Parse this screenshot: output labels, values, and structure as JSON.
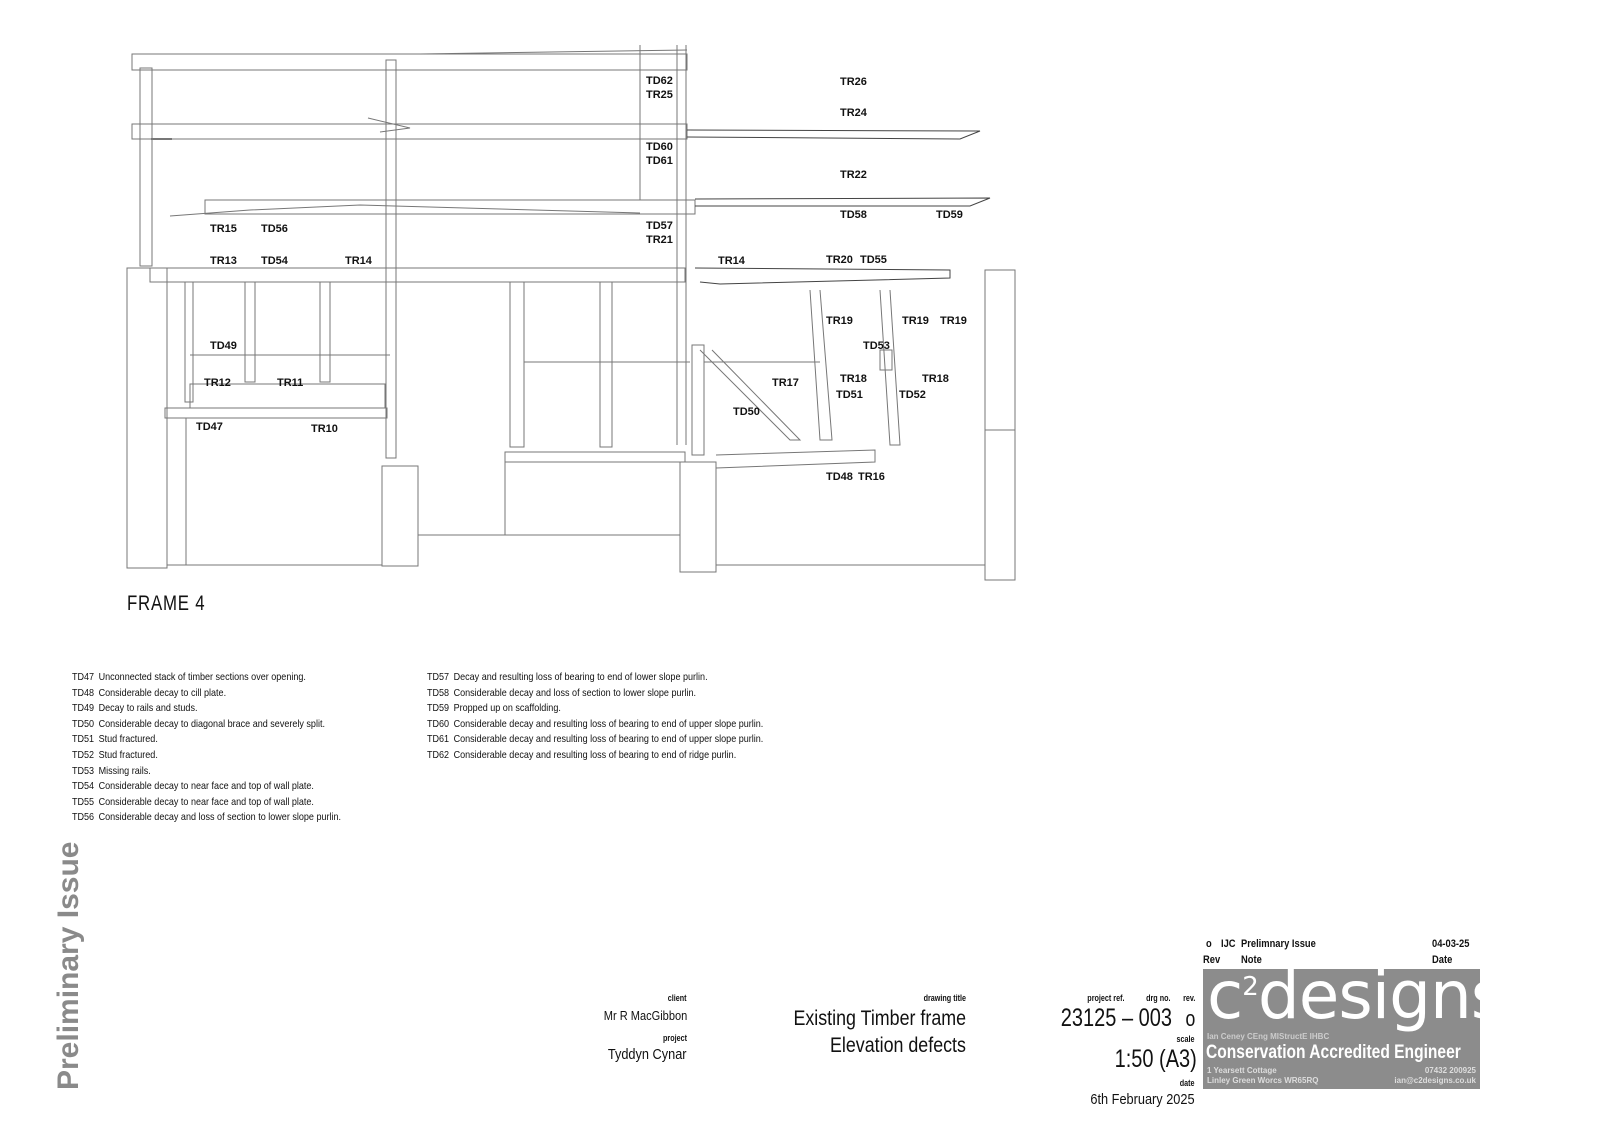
{
  "drawing": {
    "frame_title": "FRAME 4",
    "labels": {
      "td62": "TD62",
      "tr25": "TR25",
      "tr26": "TR26",
      "tr24": "TR24",
      "td60": "TD60",
      "td61": "TD61",
      "tr22": "TR22",
      "td58": "TD58",
      "td59": "TD59",
      "tr15": "TR15",
      "td56": "TD56",
      "td57": "TD57",
      "tr21": "TR21",
      "tr13": "TR13",
      "td54": "TD54",
      "tr14a": "TR14",
      "tr14b": "TR14",
      "tr20": "TR20",
      "td55": "TD55",
      "tr19a": "TR19",
      "tr19b": "TR19",
      "tr19c": "TR19",
      "td49": "TD49",
      "td53": "TD53",
      "tr12": "TR12",
      "tr11": "TR11",
      "tr17": "TR17",
      "td51": "TD51",
      "tr18a": "TR18",
      "td52": "TD52",
      "tr18b": "TR18",
      "td50": "TD50",
      "td47": "TD47",
      "tr10": "TR10",
      "td48": "TD48",
      "tr16": "TR16"
    }
  },
  "notes_left": [
    {
      "id": "TD47",
      "text": "Unconnected stack of timber sections over opening."
    },
    {
      "id": "TD48",
      "text": "Considerable decay to cill plate."
    },
    {
      "id": "TD49",
      "text": "Decay to rails and studs."
    },
    {
      "id": "TD50",
      "text": "Considerable decay to diagonal brace and severely split."
    },
    {
      "id": "TD51",
      "text": "Stud fractured."
    },
    {
      "id": "TD52",
      "text": "Stud fractured."
    },
    {
      "id": "TD53",
      "text": "Missing rails."
    },
    {
      "id": "TD54",
      "text": "Considerable decay to near face and top of wall plate."
    },
    {
      "id": "TD55",
      "text": "Considerable decay to near face and top of wall plate."
    },
    {
      "id": "TD56",
      "text": "Considerable decay and loss of section to lower slope purlin."
    }
  ],
  "notes_right": [
    {
      "id": "TD57",
      "text": "Decay and resulting loss of bearing to end of lower slope purlin."
    },
    {
      "id": "TD58",
      "text": "Considerable decay and loss of section to lower slope purlin."
    },
    {
      "id": "TD59",
      "text": "Propped up on scaffolding."
    },
    {
      "id": "TD60",
      "text": "Considerable decay and resulting loss of bearing to end of upper slope purlin."
    },
    {
      "id": "TD61",
      "text": "Considerable decay and resulting loss of bearing to end of upper slope purlin."
    },
    {
      "id": "TD62",
      "text": "Considerable decay and resulting loss of bearing to end of ridge purlin."
    }
  ],
  "watermark": "Preliminary Issue",
  "title_block": {
    "client_label": "client",
    "client": "Mr R MacGibbon",
    "project_label": "project",
    "project": "Tyddyn Cynar",
    "drawing_title_label": "drawing title",
    "drawing_title_1": "Existing Timber frame",
    "drawing_title_2": "Elevation defects",
    "project_ref_label": "project ref.",
    "drg_no_label": "drg no.",
    "rev_label": "rev.",
    "project_ref": "23125 – 003",
    "rev": "o",
    "scale_label": "scale",
    "scale": "1:50 (A3)",
    "date_label": "date",
    "date": "6th February 2025",
    "revisions": {
      "rev": "o",
      "by": "IJC",
      "note": "Prelimnary Issue",
      "date": "04-03-25",
      "col_rev": "Rev",
      "col_note": "Note",
      "col_date": "Date"
    },
    "logo": {
      "brand_pre": "c",
      "brand_sup": "2",
      "brand_post": "designs",
      "credentials": "Ian Ceney CEng MIStructE IHBC",
      "tagline": "Conservation Accredited Engineer",
      "address_1": "1 Yearsett Cottage",
      "address_2": "Linley Green Worcs WR65RQ",
      "phone": "07432 200925",
      "email": "ian@c2designs.co.uk"
    }
  }
}
